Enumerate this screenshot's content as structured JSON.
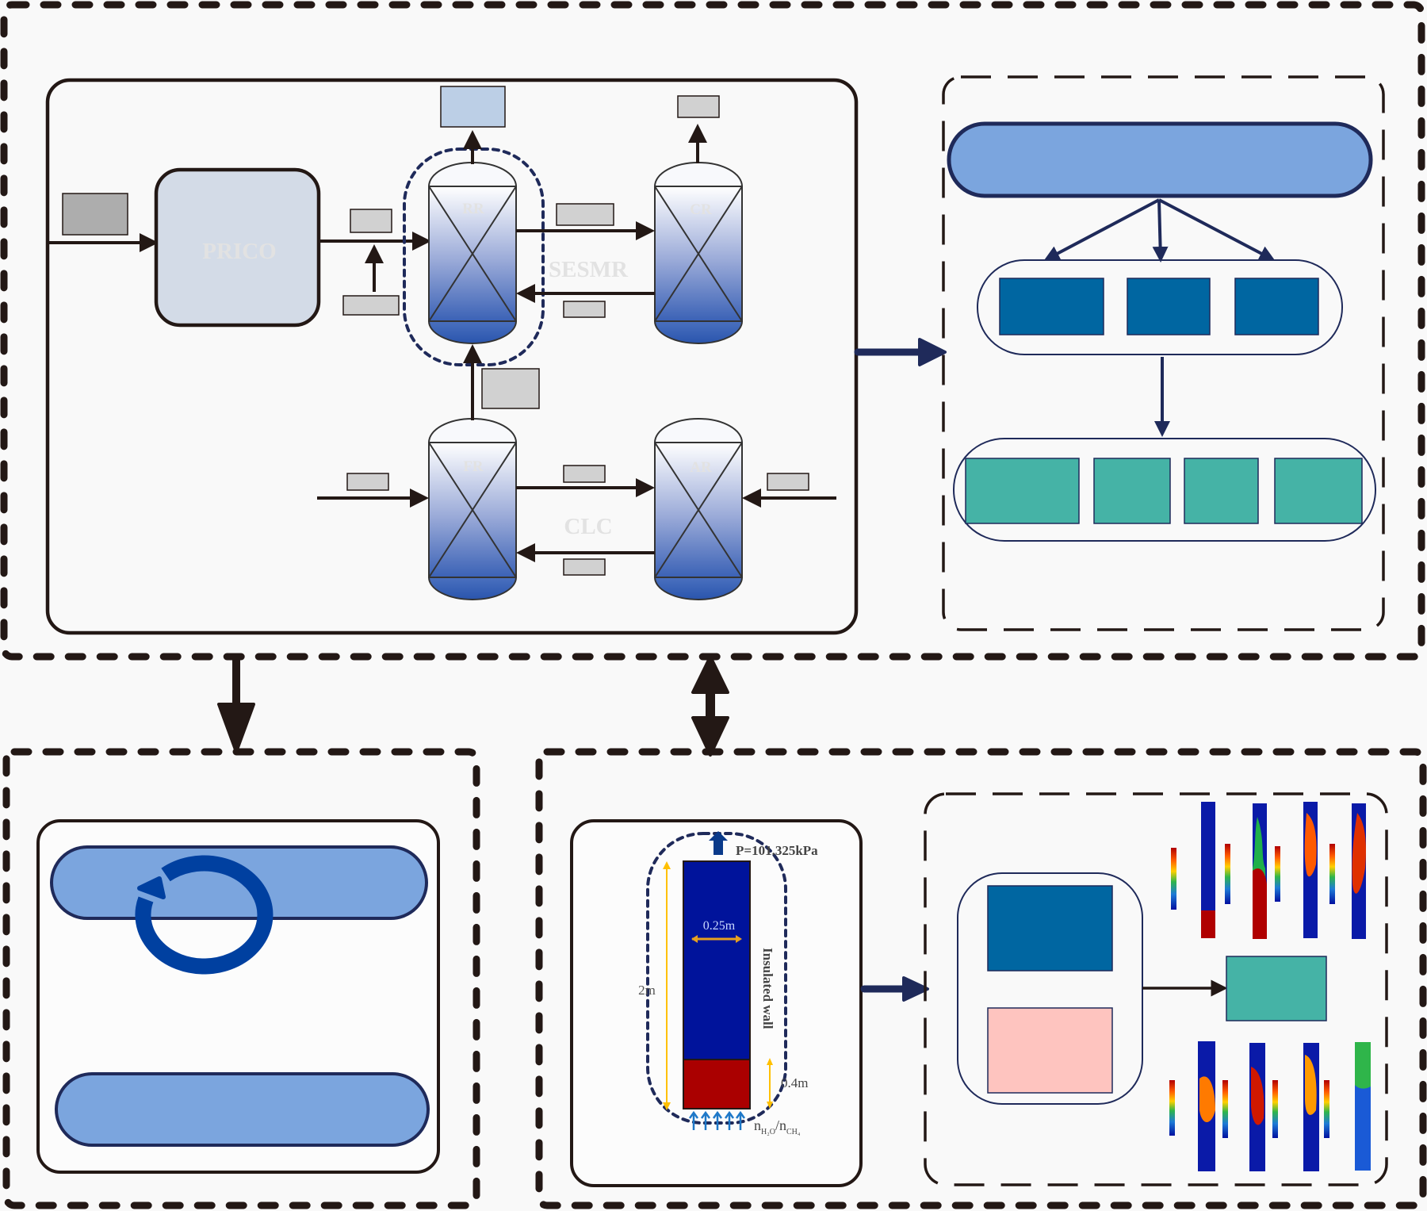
{
  "colors": {
    "ink": "#231815",
    "navy": "#1f2a5a",
    "pill_blue": "#7ba5de",
    "deep_blue": "#0066a1",
    "teal": "#45b3a6",
    "pink": "#fec4bf",
    "gray_box": "#d1d1d1",
    "dark_gray_box": "#adadad",
    "light_blue_box": "#bccfe6",
    "cycle_blue": "#0040a0",
    "domain_blue": "#00139b",
    "bed_red": "#aa0000",
    "dim_orange": "#f4b400"
  },
  "process": {
    "prico_label": "PRICO",
    "sesmr_label": "SESMR",
    "clc_label": "CLC",
    "reactors": {
      "rr": "RR",
      "cr": "CR",
      "fr": "FR",
      "ar": "AR"
    }
  },
  "cfd_setup": {
    "pressure_label": "P=101.325kPa",
    "width_label": "0.25m",
    "height_label": "2m",
    "bed_height_label": "0.4m",
    "wall_label": "Insulated wall",
    "inlet_label_main": "n",
    "inlet_sub1": "H₂O",
    "inlet_sep": "/n",
    "inlet_sub2": "CH₄"
  },
  "icons": {
    "cycle": "refresh-cycle-icon",
    "up_arrow": "outlet-arrow-icon"
  }
}
